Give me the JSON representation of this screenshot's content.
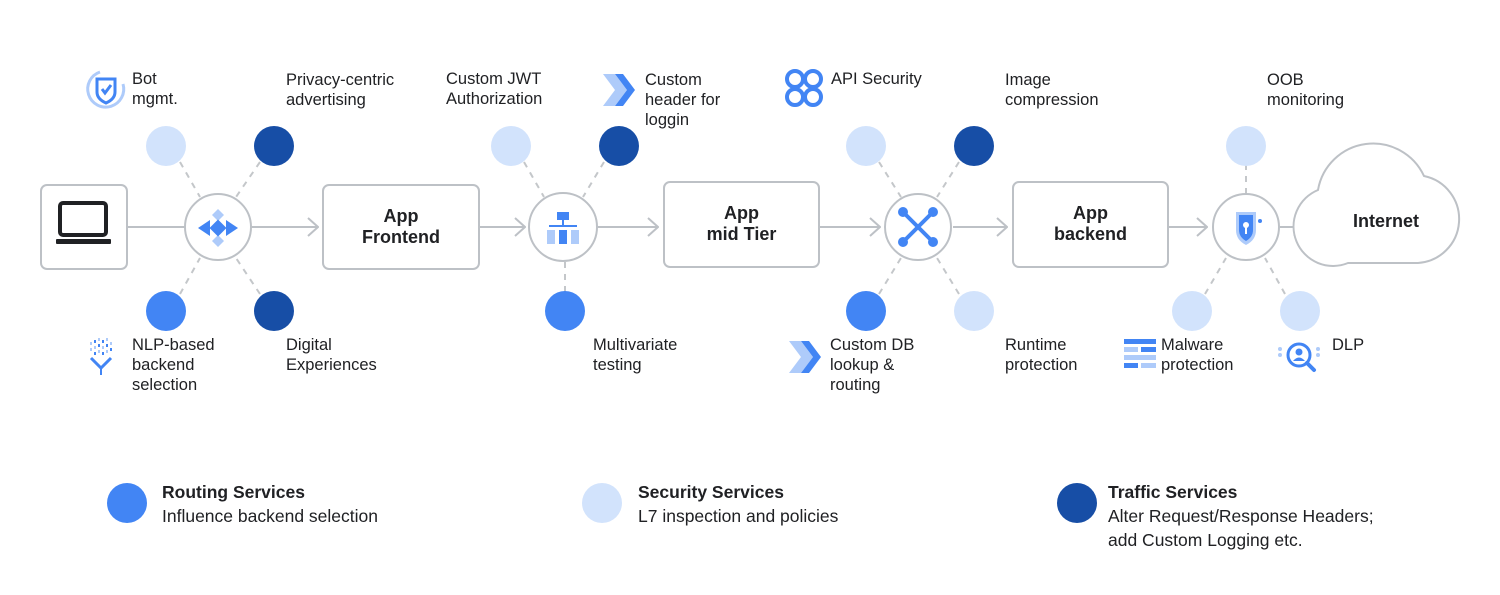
{
  "colors": {
    "routing": "#4285f4",
    "security": "#d2e3fc",
    "traffic": "#174ea6",
    "line": "#bdc1c6",
    "dash": "#c4c7ca",
    "border": "#bdc1c6",
    "icon_blue": "#4285f4",
    "icon_light": "#aecbfa"
  },
  "nodes": {
    "frontend": "App\nFrontend",
    "mid_tier": "App\nmid Tier",
    "backend": "App\nbackend",
    "internet": "Internet"
  },
  "services": {
    "bot_mgmt": "Bot\nmgmt.",
    "privacy_ads": "Privacy-centric\nadvertising",
    "nlp_backend": "NLP-based\nbackend\nselection",
    "digital_exp": "Digital\nExperiences",
    "custom_jwt": "Custom JWT\nAuthorization",
    "custom_header": "Custom\nheader for\nloggin",
    "multivariate": "Multivariate\ntesting",
    "api_security": "API Security",
    "image_compression": "Image\ncompression",
    "custom_db": "Custom DB\nlookup &\nrouting",
    "runtime_protection": "Runtime\nprotection",
    "oob_monitoring": "OOB\nmonitoring",
    "malware_protection": "Malware\nprotection",
    "dlp": "DLP"
  },
  "icons": {
    "laptop": "laptop-icon",
    "hub1": "load-balancer-icon",
    "hub2": "hierarchy-icon",
    "hub3": "network-connector-icon",
    "hub4": "shield-icon",
    "bot": "shield-check-icon",
    "header": "chevron-arrow-icon",
    "api": "api-knot-icon",
    "nlp": "data-funnel-icon",
    "db": "chevron-arrow-icon",
    "malware": "firewall-icon",
    "dlp": "person-search-icon"
  },
  "legend": [
    {
      "title": "Routing Services",
      "desc": "Influence backend selection",
      "color": "#4285f4"
    },
    {
      "title": "Security Services",
      "desc": "L7 inspection and policies",
      "color": "#d2e3fc"
    },
    {
      "title": "Traffic Services",
      "desc": "Alter Request/Response Headers;\nadd Custom Logging etc.",
      "color": "#174ea6"
    }
  ]
}
